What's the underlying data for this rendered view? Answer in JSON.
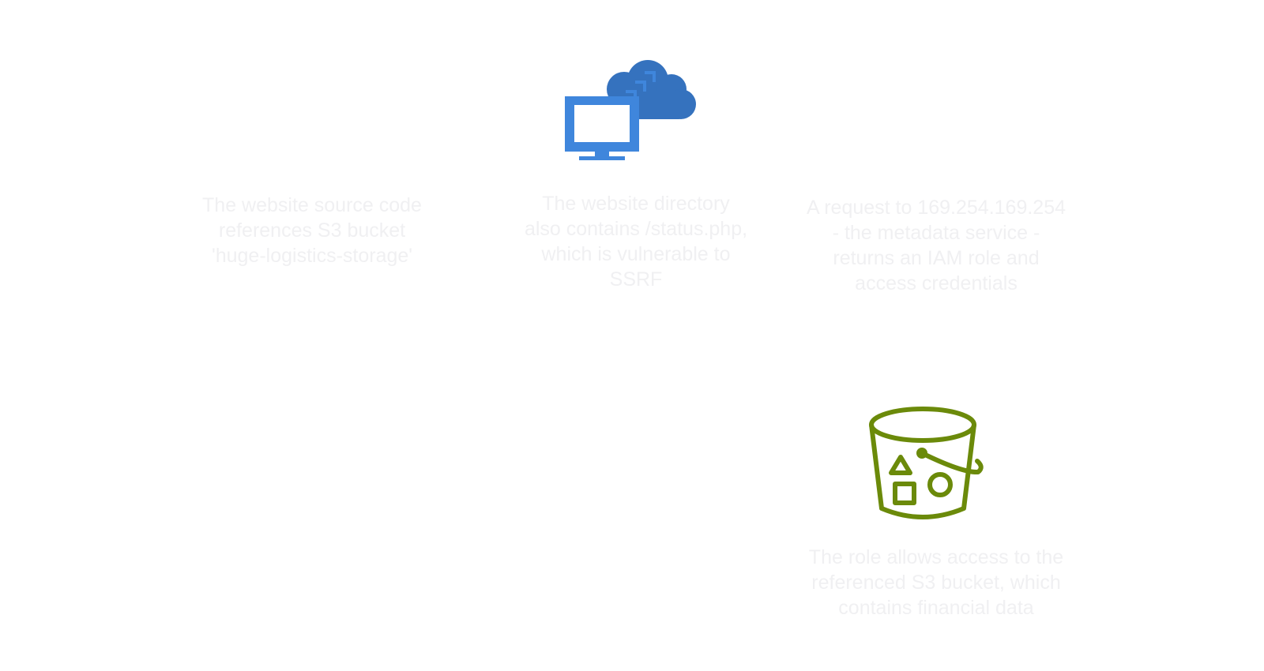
{
  "diagram": {
    "colors": {
      "caption_text": "#f0f0f2",
      "cloud": "#3572be",
      "monitor": "#3f86dc",
      "bucket": "#6b8a0a"
    },
    "icons": {
      "top": "cloud-monitor-icon",
      "bottom": "s3-bucket-icon"
    },
    "captions": [
      "The website source code\nreferences S3 bucket\n'huge-logistics-storage'",
      "The website directory\nalso contains /status.php,\nwhich is vulnerable to\nSSRF",
      "A request to 169.254.169.254\n- the metadata service -\nreturns an IAM role and\naccess credentials",
      "The role allows access to the\nreferenced S3 bucket, which\ncontains financial data"
    ]
  }
}
